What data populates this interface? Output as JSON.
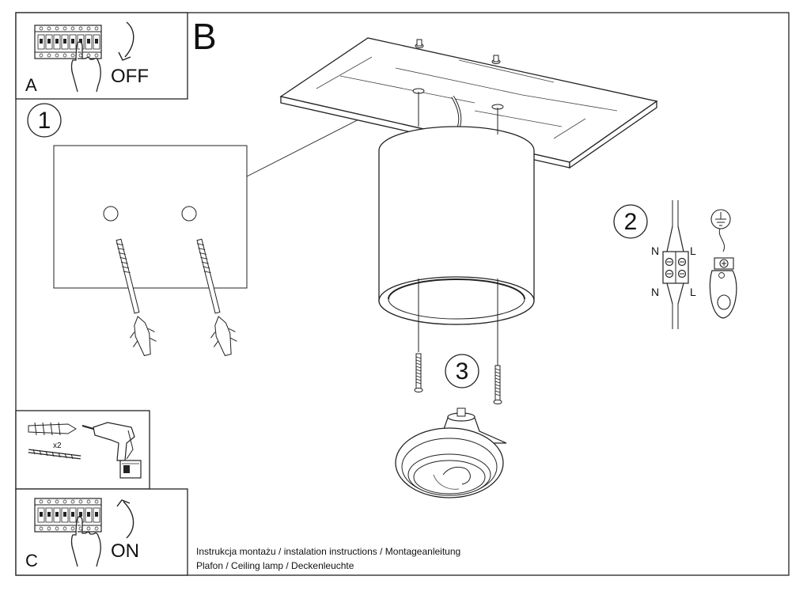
{
  "panels": {
    "a": {
      "letter": "A",
      "switch_label": "OFF"
    },
    "b": {
      "letter": "B"
    },
    "c": {
      "letter": "C",
      "switch_label": "ON"
    }
  },
  "steps": {
    "one": "1",
    "two": "2",
    "three": "3"
  },
  "tools": {
    "quantity": "x2"
  },
  "wiring": {
    "n_top": "N",
    "l_top": "L",
    "n_bottom": "N",
    "l_bottom": "L"
  },
  "footer": {
    "line1": "Instrukcja montażu / instalation instructions / Montageanleitung",
    "line2": "Plafon / Ceiling lamp / Deckenleuchte"
  }
}
